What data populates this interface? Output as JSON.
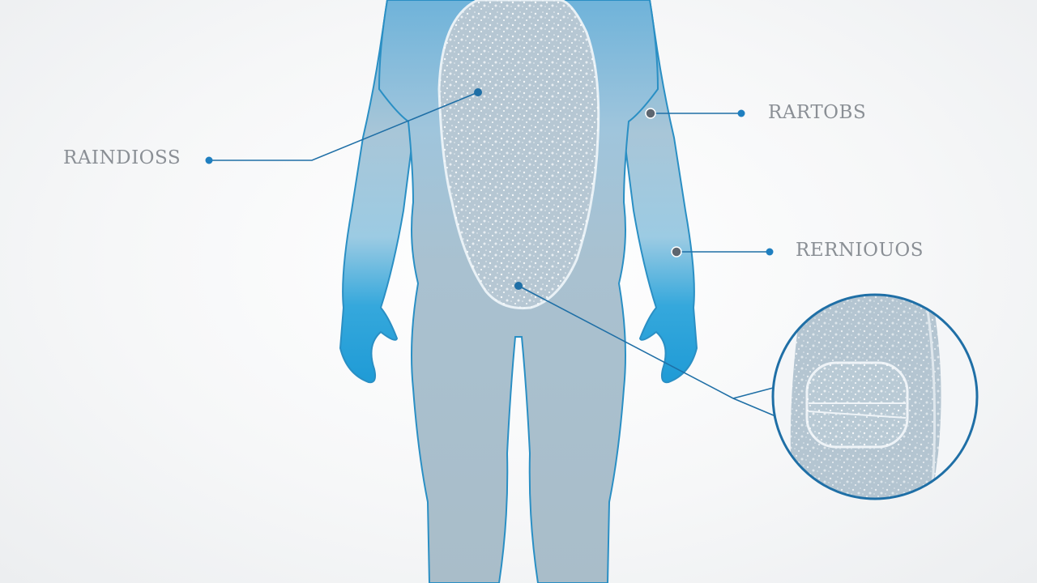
{
  "callouts": {
    "left": {
      "text": "RAINDIOSS"
    },
    "top_right": {
      "text": "RARTOBS"
    },
    "mid_right": {
      "text": "RERNIOUOS"
    }
  },
  "colors": {
    "body_top": "#6fb3da",
    "body_mid": "#a8c3d2",
    "body_lower": "#a9bdc9",
    "hand_blue": "#2aa3d8",
    "outline": "#2a8fc4",
    "panel_fill": "#b9c8d3",
    "dot": "#ffffff",
    "leader_line": "#1f6fa6",
    "label_text": "#8a8f95"
  },
  "icons": {
    "body": "human-silhouette",
    "patch": "textured-skin-patch",
    "inset": "magnified-inset-circle"
  }
}
